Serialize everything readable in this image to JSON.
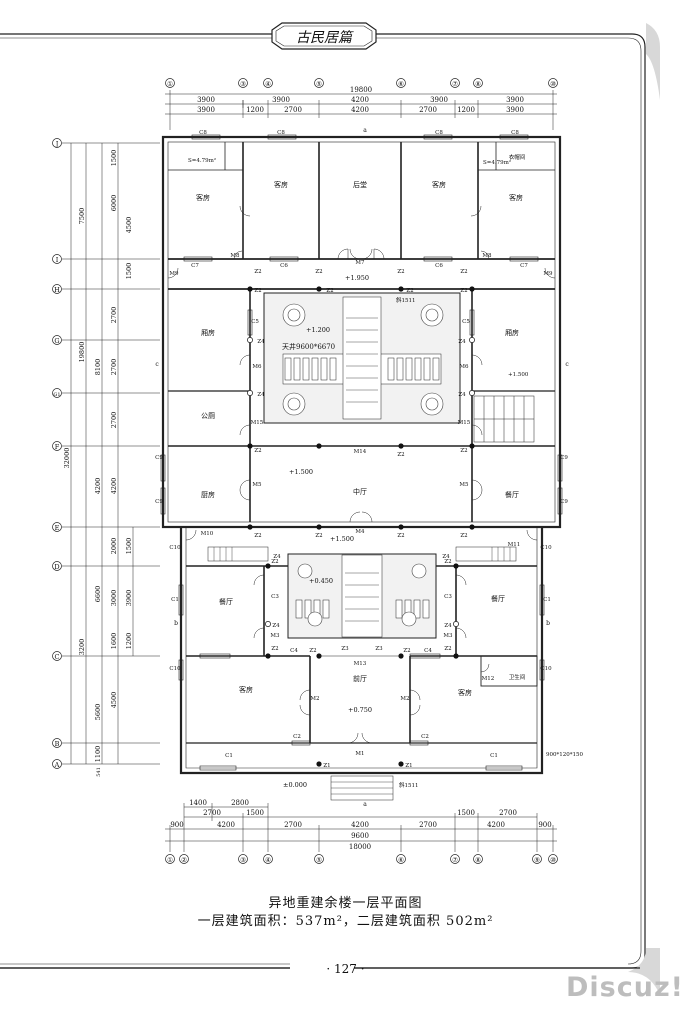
{
  "header": {
    "title": "古民居篇"
  },
  "plan": {
    "axes_top": [
      "①",
      "③",
      "④",
      "⑤",
      "⑥",
      "⑦",
      "⑧",
      "⑩"
    ],
    "axes_bottom": [
      "①",
      "②",
      "③",
      "④",
      "⑤",
      "⑥",
      "⑦",
      "⑧",
      "⑨",
      "⑩"
    ],
    "axes_left": [
      "J",
      "I",
      "H",
      "G",
      "G1",
      "F",
      "E",
      "D",
      "C",
      "B",
      "A"
    ],
    "dims_top": {
      "total": "19800",
      "row1": [
        "3900",
        "3900",
        "4200",
        "3900",
        "3900"
      ],
      "row2": [
        "3900",
        "1200",
        "2700",
        "4200",
        "2700",
        "1200",
        "3900"
      ]
    },
    "dims_bottom": {
      "row1": [
        "1400",
        "2800"
      ],
      "row2": [
        "2700",
        "1500",
        "1500",
        "2700"
      ],
      "row3": [
        "900",
        "4200",
        "2700",
        "4200",
        "2700",
        "4200",
        "900"
      ],
      "mid": "9600",
      "total": "18000"
    },
    "dims_left_outer": [
      "32000",
      "19800"
    ],
    "dims_left_mid": [
      "7500",
      "8100",
      "4200",
      "6600",
      "3200",
      "5600",
      "1100",
      "541"
    ],
    "dims_left_inner": [
      "1500",
      "6000",
      "2700",
      "2700",
      "2700",
      "4200",
      "2000",
      "3000",
      "1600",
      "4500"
    ],
    "dims_left_inner2": [
      "4500",
      "1500",
      "1500",
      "3900",
      "1200"
    ],
    "rooms": {
      "guest": "客房",
      "back_hall": "后堂",
      "wing": "厢房",
      "public_toilet": "公厕",
      "kitchen": "厨房",
      "middle_hall": "中厅",
      "dining": "餐厅",
      "front_hall": "前厅",
      "bathroom": "卫生间",
      "cloak": "衣帽间"
    },
    "courtyard": "天井9600*6670",
    "area_label": "S=4.79m²",
    "slope": "斜1511",
    "elev": [
      "+1.950",
      "+1.200",
      "+1.500",
      "+1.500",
      "+0.450",
      "+0.750",
      "±0.000",
      "+1.500"
    ],
    "step_note": "900*120*150",
    "tags": [
      "C8",
      "C7",
      "C6",
      "C5",
      "C9",
      "C10",
      "C1",
      "C2",
      "C3",
      "C4",
      "M1",
      "M2",
      "M3",
      "M4",
      "M5",
      "M6",
      "M7",
      "M8",
      "M9",
      "M10",
      "M11",
      "M12",
      "M13",
      "M14",
      "M15",
      "Z1",
      "Z2",
      "Z3",
      "Z4",
      "a",
      "b",
      "c"
    ]
  },
  "caption": {
    "line1": "异地重建余楼一层平面图",
    "line2": "一层建筑面积：537m²，二层建筑面积 502m²"
  },
  "page_number": "· 127 ·",
  "watermark": "Discuz!"
}
